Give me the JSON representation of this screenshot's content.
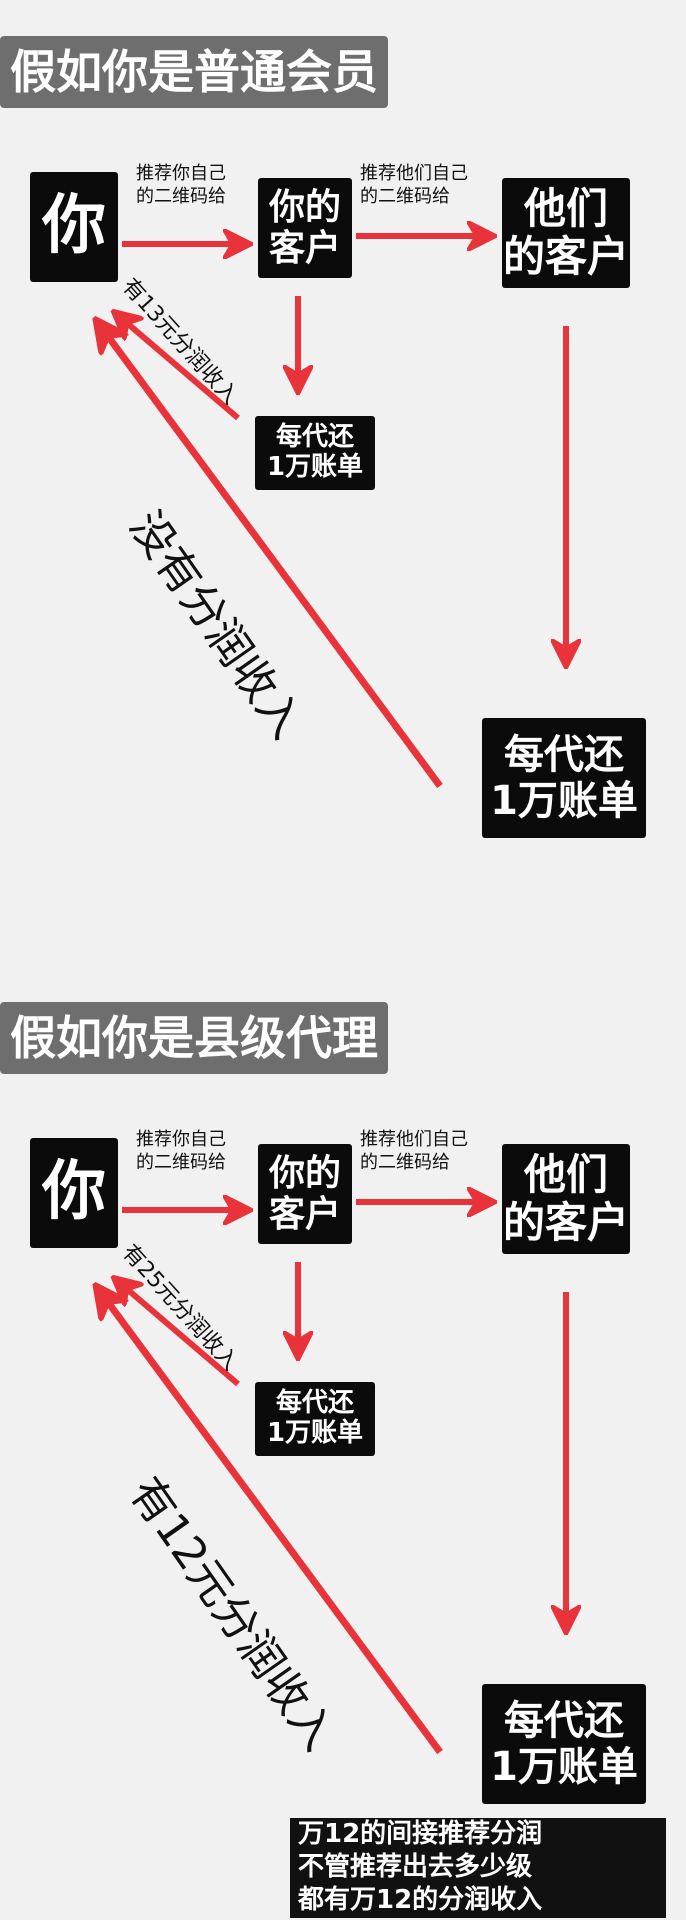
{
  "sections": [
    {
      "title": "假如你是普通会员",
      "you": "你",
      "client": [
        "你的",
        "客户"
      ],
      "their_clients": [
        "他们",
        "的客户"
      ],
      "recommend_your_qr": [
        "推荐你自己",
        "的二维码给"
      ],
      "recommend_their_qr": [
        "推荐他们自己",
        "的二维码给"
      ],
      "small_income": "有13元分润收入",
      "bill_small": [
        "每代还",
        "1万账单"
      ],
      "big_income": "没有分润收入",
      "bill_big": [
        "每代还",
        "1万账单"
      ]
    },
    {
      "title": "假如你是县级代理",
      "you": "你",
      "client": [
        "你的",
        "客户"
      ],
      "their_clients": [
        "他们",
        "的客户"
      ],
      "recommend_your_qr": [
        "推荐你自己",
        "的二维码给"
      ],
      "recommend_their_qr": [
        "推荐他们自己",
        "的二维码给"
      ],
      "small_income": "有25元分润收入",
      "bill_small": [
        "每代还",
        "1万账单"
      ],
      "big_income": "有12元分润收入",
      "bill_big": [
        "每代还",
        "1万账单"
      ]
    }
  ],
  "note": [
    "万12的间接推荐分润",
    "不管推荐出去多少级",
    "都有万12的分润收入"
  ],
  "colors": {
    "arrow": "#e8333a",
    "box": "#0b0b0b",
    "title_bg": "#6e6e6e"
  }
}
